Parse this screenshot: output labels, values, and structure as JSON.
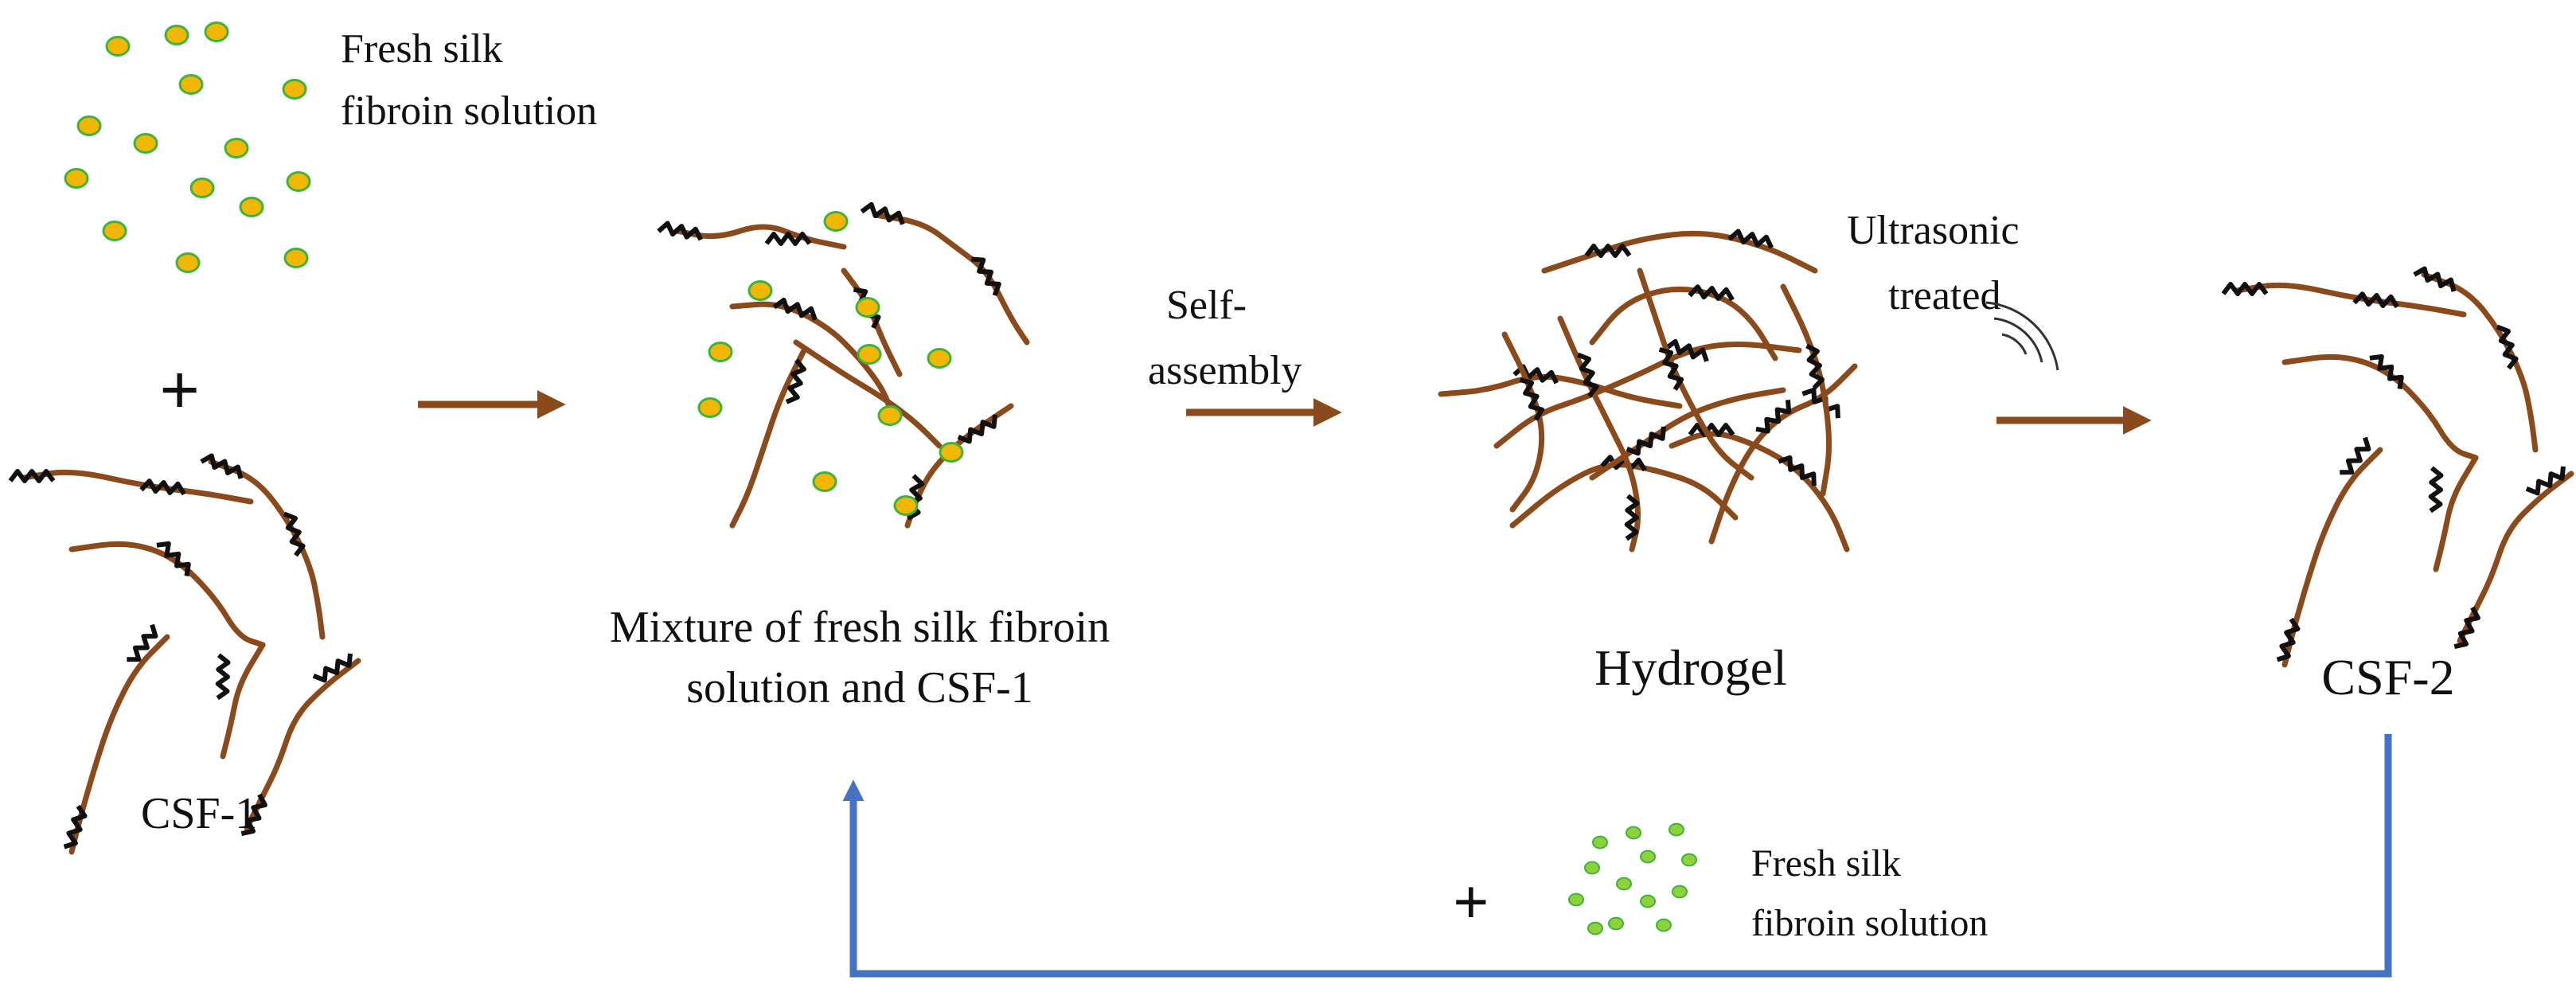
{
  "labels": {
    "fresh_solution_top": [
      "Fresh silk",
      "fibroin solution"
    ],
    "plus_top": "+",
    "csf1": "CSF-1",
    "mixture": [
      "Mixture of fresh silk fibroin",
      "solution and CSF-1"
    ],
    "self_assembly": [
      "Self-",
      "assembly"
    ],
    "hydrogel": "Hydrogel",
    "ultrasonic": [
      "Ultrasonic",
      "treated"
    ],
    "csf2": "CSF-2",
    "plus_bottom": "+",
    "fresh_solution_bottom": [
      "Fresh silk",
      "fibroin solution"
    ]
  },
  "colors": {
    "fiber": "#8B4A1C",
    "crystal": "#111111",
    "particle_fill": "#F2B705",
    "particle_stroke": "#3DB33D",
    "small_particle_fill": "#8ED23A",
    "arrow": "#8B4A1C",
    "recycle_arrow": "#4472C4"
  },
  "icons": {
    "particle": "fibroin-particle-icon",
    "fiber": "silk-fiber-icon",
    "ultrasound": "sound-wave-icon"
  }
}
